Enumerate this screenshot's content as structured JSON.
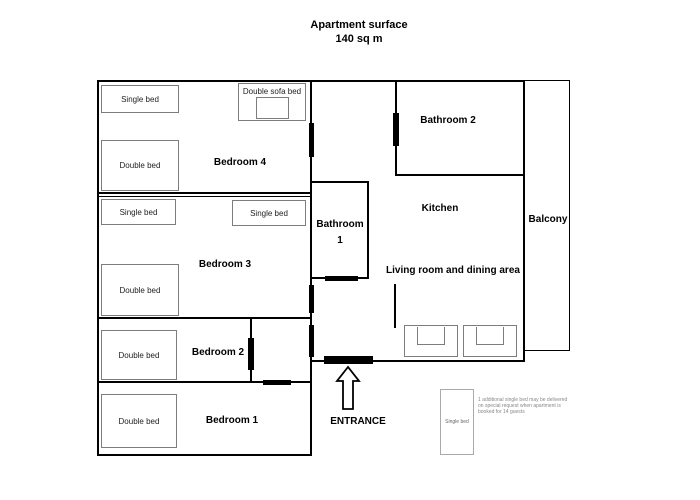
{
  "title": {
    "line1": "Apartment surface",
    "line2": "140 sq m"
  },
  "rooms": {
    "bedroom4": "Bedroom 4",
    "bedroom3": "Bedroom 3",
    "bedroom2": "Bedroom 2",
    "bedroom1": "Bedroom 1",
    "bathroom2": "Bathroom 2",
    "bathroom1_line1": "Bathroom",
    "bathroom1_line2": "1",
    "kitchen": "Kitchen",
    "living": "Living room and dining area",
    "balcony": "Balcony"
  },
  "furniture": {
    "b4_single": "Single bed",
    "b4_sofa": "Double sofa bed",
    "b4_double": "Double bed",
    "b3_single_left": "Single bed",
    "b3_single_right": "Single bed",
    "b3_double": "Double bed",
    "b2_double": "Double bed",
    "b1_double": "Double bed",
    "extra_single": "Single bed"
  },
  "entrance": "ENTRANCE",
  "note": "1 additional single bed may be delivered on special request when apartment is booked for 14 guests"
}
